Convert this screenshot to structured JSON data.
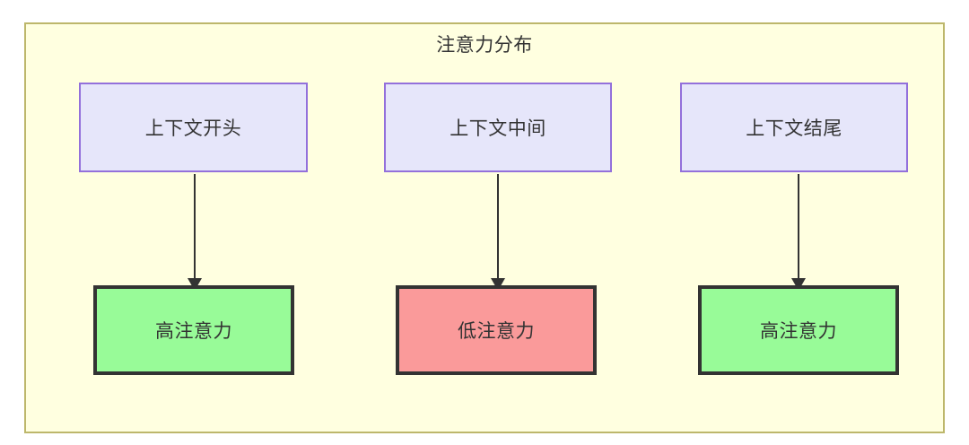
{
  "diagram": {
    "title": "注意力分布",
    "colors": {
      "container_fill": "#ffffe0",
      "container_border": "#bdb76b",
      "context_fill": "#e6e6fa",
      "context_border": "#9370db",
      "high_attention_fill": "#98fb98",
      "low_attention_fill": "#fa9a9a",
      "outcome_border": "#333333",
      "text": "#333333"
    },
    "context_nodes": [
      {
        "id": "context-start",
        "label": "上下文开头"
      },
      {
        "id": "context-middle",
        "label": "上下文中间"
      },
      {
        "id": "context-end",
        "label": "上下文结尾"
      }
    ],
    "outcome_nodes": [
      {
        "id": "attention-start",
        "label": "高注意力",
        "level": "high"
      },
      {
        "id": "attention-middle",
        "label": "低注意力",
        "level": "low"
      },
      {
        "id": "attention-end",
        "label": "高注意力",
        "level": "high"
      }
    ],
    "edges": [
      {
        "from": "上下文开头",
        "to": "高注意力"
      },
      {
        "from": "上下文中间",
        "to": "低注意力"
      },
      {
        "from": "上下文结尾",
        "to": "高注意力"
      }
    ]
  }
}
